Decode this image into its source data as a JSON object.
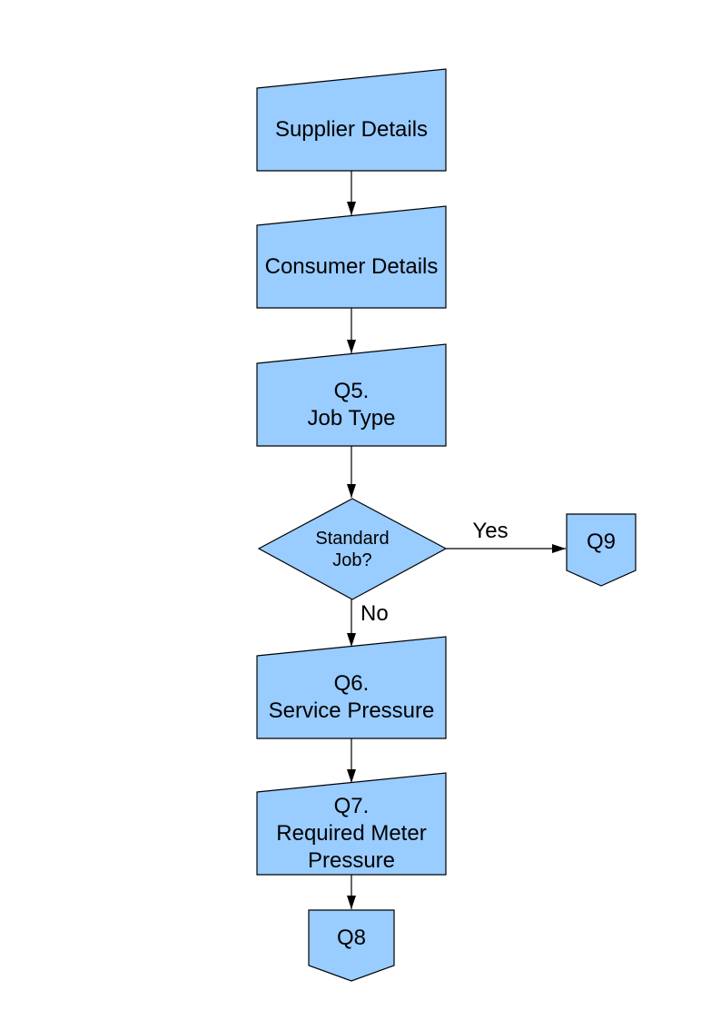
{
  "diagram": {
    "kind": "flowchart",
    "colors": {
      "shape_fill": "#99CCFF",
      "shape_border": "#000000",
      "arrow": "#000000",
      "text": "#000000",
      "background": "#FFFFFF"
    },
    "nodes": {
      "supplier": {
        "label": "Supplier Details",
        "type": "manual-input"
      },
      "consumer": {
        "label": "Consumer Details",
        "type": "manual-input"
      },
      "q5": {
        "label": "Q5.\nJob Type",
        "type": "manual-input"
      },
      "decision": {
        "label": "Standard\nJob?",
        "type": "decision"
      },
      "q9": {
        "label": "Q9",
        "type": "off-page-connector"
      },
      "q6": {
        "label": "Q6.\nService Pressure",
        "type": "manual-input"
      },
      "q7": {
        "label": "Q7.\nRequired Meter\nPressure",
        "type": "manual-input"
      },
      "q8": {
        "label": "Q8",
        "type": "off-page-connector"
      }
    },
    "edges": {
      "yes_label": "Yes",
      "no_label": "No"
    }
  }
}
